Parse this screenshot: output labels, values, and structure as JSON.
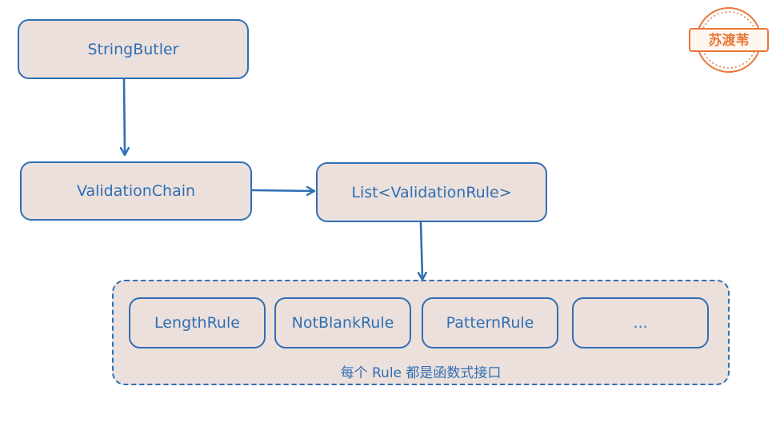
{
  "nodes": {
    "string_butler": "StringButler",
    "validation_chain": "ValidationChain",
    "rule_list": "List<ValidationRule>"
  },
  "rules_group": {
    "rules": [
      "LengthRule",
      "NotBlankRule",
      "PatternRule",
      "..."
    ],
    "caption": "每个 Rule 都是函数式接口"
  },
  "watermark": {
    "text": "苏渡苇"
  },
  "colors": {
    "stroke": "#2f6fb3",
    "fill": "#ece0dc",
    "stamp": "#e8783a"
  }
}
